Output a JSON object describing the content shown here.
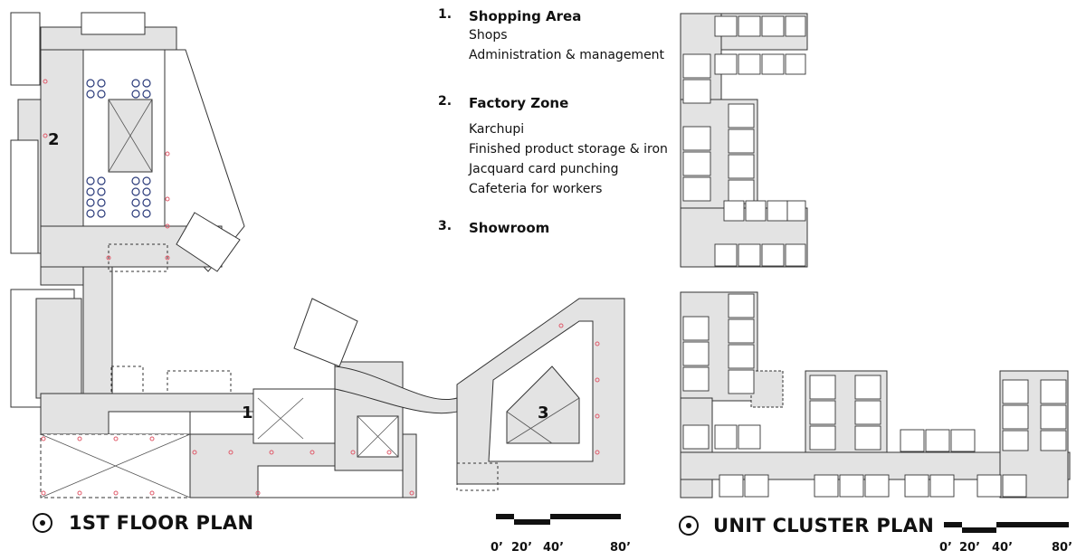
{
  "legend": {
    "sections": [
      {
        "number": "1.",
        "heading": "Shopping Area",
        "items": [
          "Shops",
          "Administration & management"
        ]
      },
      {
        "number": "2.",
        "heading": "Factory Zone",
        "items": [
          "Karchupi",
          "Finished product storage & iron",
          "Jacquard card punching",
          "Cafeteria for workers"
        ]
      },
      {
        "number": "3.",
        "heading": "Showroom",
        "items": []
      }
    ]
  },
  "plans": {
    "floor_title": "1ST FLOOR PLAN",
    "cluster_title": "UNIT CLUSTER PLAN"
  },
  "zone_labels": {
    "z1": "1",
    "z2": "2",
    "z3": "3"
  },
  "scale_bar": {
    "labels": [
      "0’",
      "20’",
      "40’",
      "80’"
    ]
  },
  "colors": {
    "floor_fill": "#e3e3e3",
    "line": "#333333",
    "column_dot": "#e05a6a",
    "ink": "#111111"
  }
}
